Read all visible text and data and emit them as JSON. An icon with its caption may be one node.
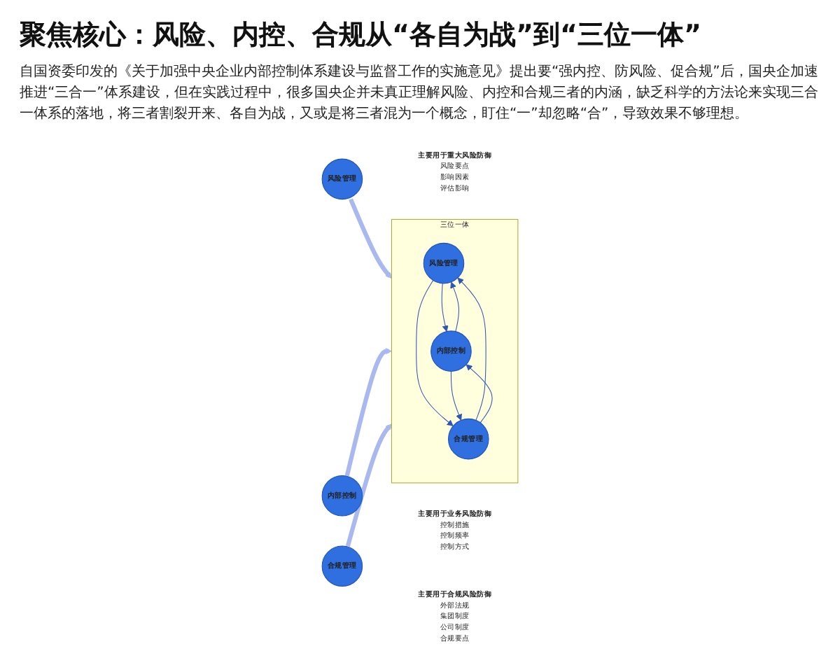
{
  "diagram": {
    "title": "聚焦核心：风险、内控、合规从“各自为战”到“三位一体”",
    "nodes": [
      {
        "text": [
          "风险管理"
        ],
        "beside": [
          "主要用于重大风险防御",
          "风险要点",
          "影响因素",
          "评估影响"
        ]
      },
      {
        "text": [
          "内部控制"
        ],
        "beside": [
          "主要用于业务风险防御",
          "控制措施",
          "控制频率",
          "控制方式"
        ]
      },
      {
        "text": [
          "合规管理"
        ],
        "beside": [
          "主要用于合规风险防御",
          "外部法规",
          "集团制度",
          "公司制度",
          "合规要点"
        ]
      },
      {
        "text": [
          "三位一体"
        ]
      },
      {
        "text": [
          "风险管理"
        ],
        "in": 3
      },
      {
        "text": [
          "内部控制"
        ],
        "in": 3
      },
      {
        "text": [
          "合规管理"
        ],
        "in": 3
      }
    ],
    "edges": [
      {
        "from": 0,
        "to": 3,
        "arrow": "to",
        "style": "thick",
        "color": "#a9b9f0"
      },
      {
        "from": 1,
        "to": 3,
        "arrow": "to",
        "style": "thick",
        "color": "#a9b9f0"
      },
      {
        "from": 2,
        "to": 3,
        "arrow": "to",
        "style": "thick",
        "color": "#a9b9f0"
      },
      {
        "from": 5,
        "to": 4,
        "arrow": "to"
      },
      {
        "from": 4,
        "to": 5,
        "arrow": "to"
      },
      {
        "from": 4,
        "to": 6,
        "arrow": "to"
      },
      {
        "from": 6,
        "to": 4,
        "arrow": "to"
      },
      {
        "from": 5,
        "to": 6,
        "arrow": "to"
      },
      {
        "from": 6,
        "to": 5,
        "arrow": "to"
      }
    ],
    "labels": [
      "自国资委印发的《关于加强中央企业内部控制体系建设与监督工作的实施意见》提出要“强内控、防风险、促合规”后，国央企加速推进“三合一”体系建设，但在实践过程中，很多国央企并未真正理解风险、内控和合规三者的内涵，缺乏科学的方法论来实现三合一体系的落地，将三者割裂开来、各自为战，又或是将三者混为一个概念，盯住“一”却忽略“合”，导致效果不够理想。"
    ]
  }
}
